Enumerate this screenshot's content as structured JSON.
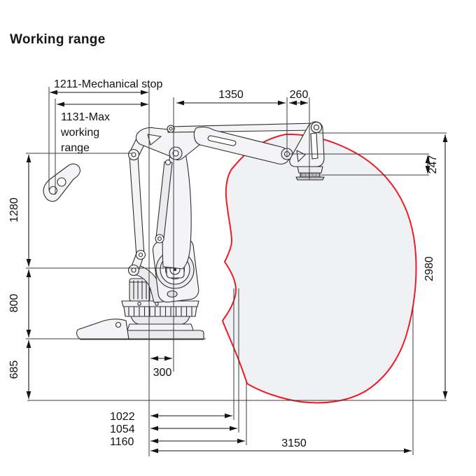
{
  "title": "Working range",
  "colors": {
    "envelope_stroke": "#ee1b23",
    "envelope_fill": "#f0f1f4",
    "drawing_line": "#2d2d30",
    "dimension_line": "#151515"
  },
  "dims": {
    "mech_stop": "1211-Mechanical stop",
    "max_range_1": "1131-Max",
    "max_range_2": "working",
    "max_range_3": "range",
    "d1350": "1350",
    "d260": "260",
    "d247": "247",
    "d2980": "2980",
    "d1280": "1280",
    "d800": "800",
    "d685": "685",
    "d300": "300",
    "d1022": "1022",
    "d1054": "1054",
    "d1160": "1160",
    "d3150": "3150"
  }
}
